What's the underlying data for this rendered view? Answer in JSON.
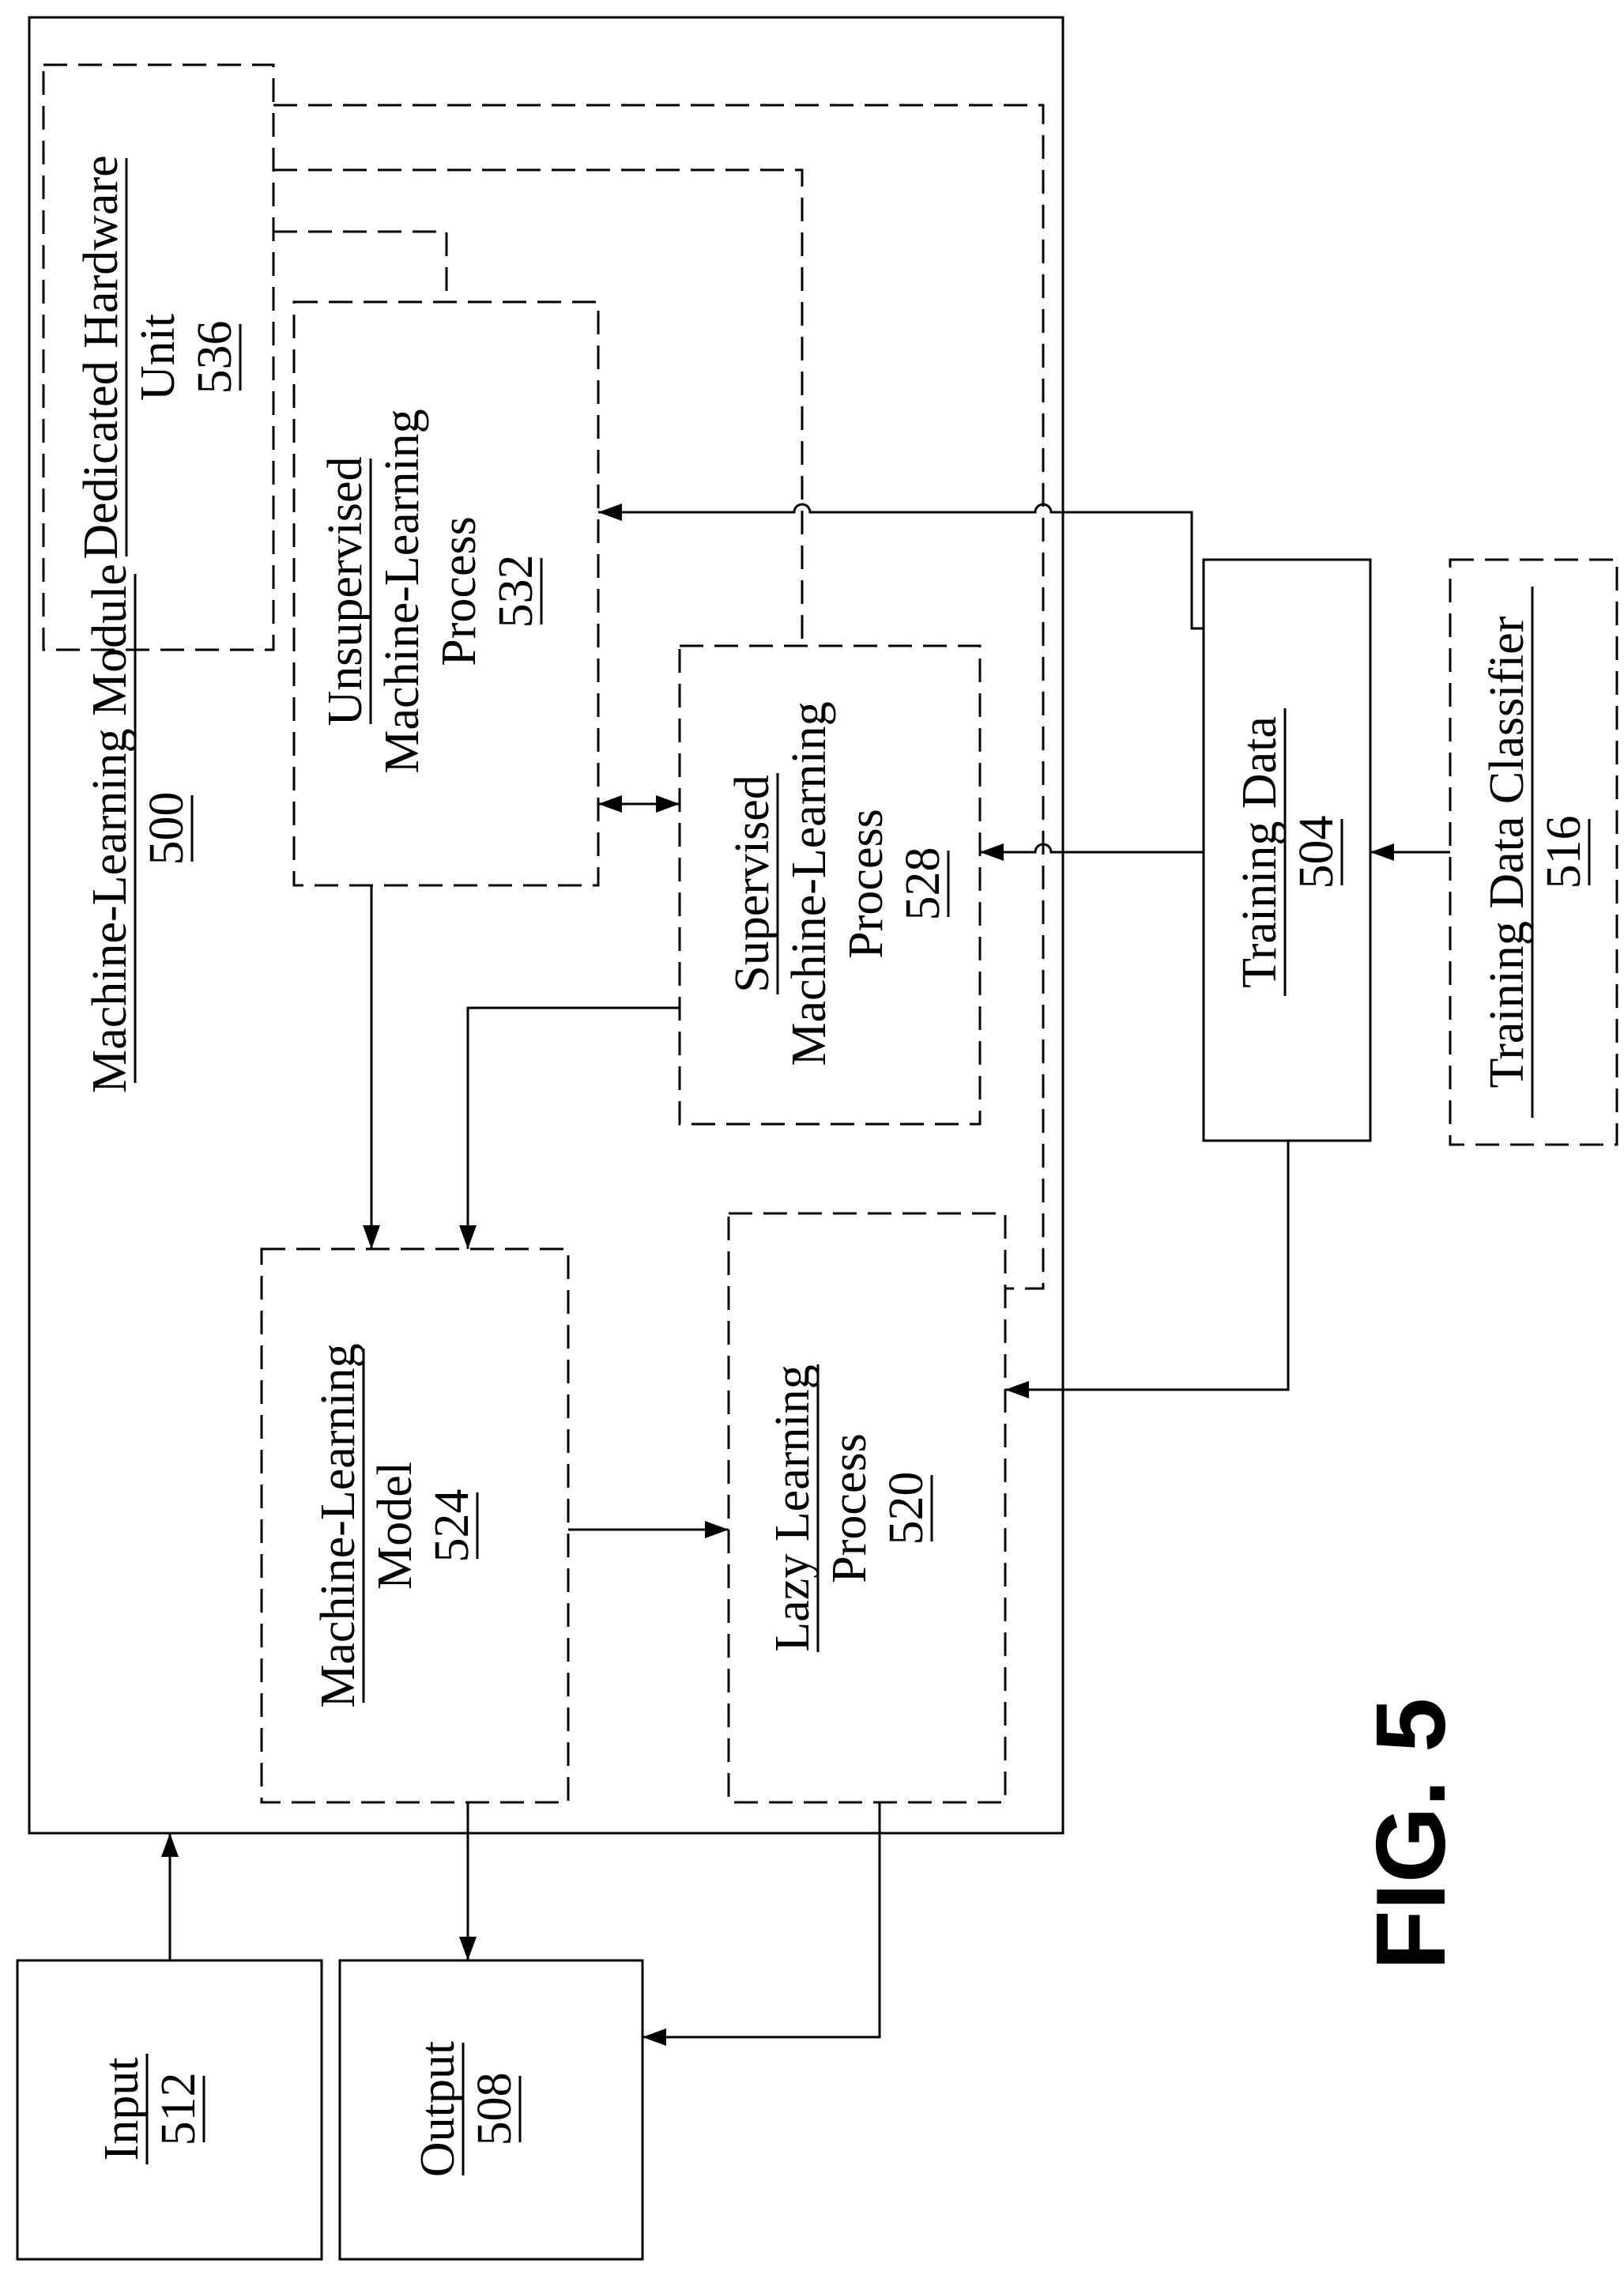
{
  "figure": {
    "label": "FIG. 5"
  },
  "module": {
    "name": "Machine-Learning Module",
    "number": "500"
  },
  "boxes": {
    "dedicated_hardware": {
      "lines": [
        "Dedicated Hardware",
        "Unit"
      ],
      "number": "536"
    },
    "unsupervised": {
      "lines": [
        "Unsupervised",
        "Machine-Learning",
        "Process"
      ],
      "number": "532"
    },
    "supervised": {
      "lines": [
        "Supervised",
        "Machine-Learning",
        "Process"
      ],
      "number": "528"
    },
    "training_data": {
      "lines": [
        "Training Data"
      ],
      "number": "504"
    },
    "training_data_classifier": {
      "lines": [
        "Training Data Classifier"
      ],
      "number": "516"
    },
    "ml_model": {
      "lines": [
        "Machine-Learning",
        "Model"
      ],
      "number": "524"
    },
    "lazy_learning": {
      "lines": [
        "Lazy Learning",
        "Process"
      ],
      "number": "520"
    },
    "input": {
      "lines": [
        "Input"
      ],
      "number": "512"
    },
    "output": {
      "lines": [
        "Output"
      ],
      "number": "508"
    }
  }
}
